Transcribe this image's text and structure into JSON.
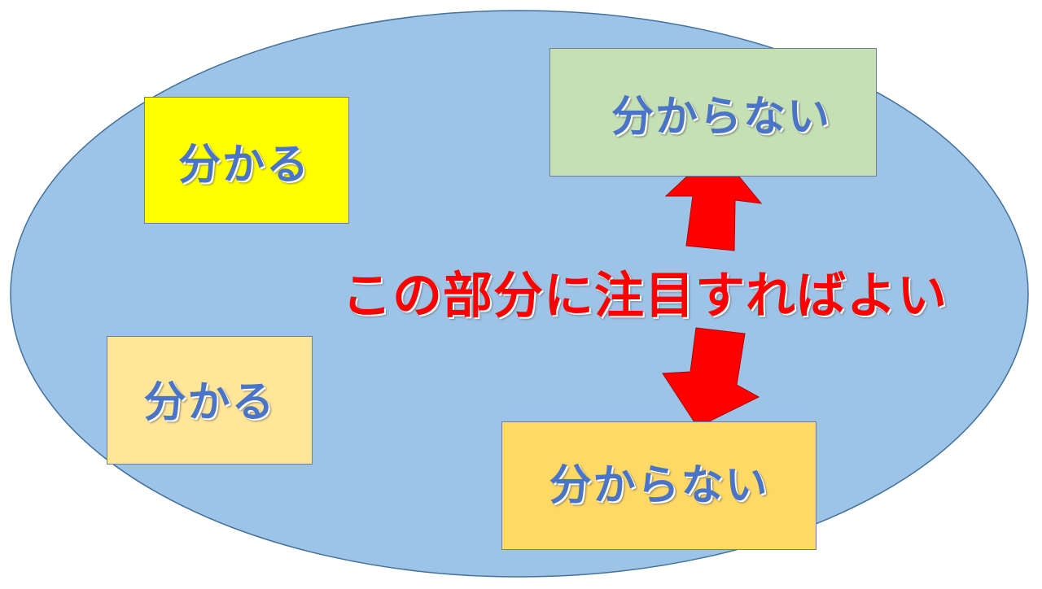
{
  "colors": {
    "ellipse_fill": "#9dc3e6",
    "ellipse_stroke": "#41719c",
    "box_known_1": "#ffff00",
    "box_known_2": "#ffe699",
    "box_unknown_1": "#c5e0b4",
    "box_unknown_2": "#ffd966",
    "label_text": "#4a74c8",
    "arrow_fill": "#ff0000",
    "focus_text": "#ff0000"
  },
  "boxes": {
    "known_1": {
      "label": "分かる"
    },
    "known_2": {
      "label": "分かる"
    },
    "unknown_1": {
      "label": "分からない"
    },
    "unknown_2": {
      "label": "分からない"
    }
  },
  "focus_text": "この部分に注目すればよい",
  "arrows": [
    {
      "name": "arrow-up",
      "direction": "up",
      "target": "unknown_1"
    },
    {
      "name": "arrow-down",
      "direction": "down",
      "target": "unknown_2"
    }
  ]
}
